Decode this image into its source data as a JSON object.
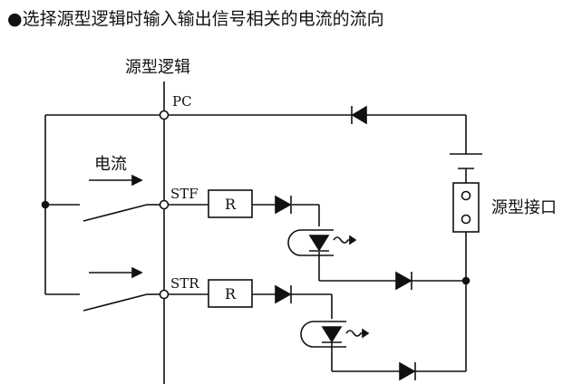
{
  "title": "●选择源型逻辑时输入输出信号相关的电流的流向",
  "labels": {
    "source_logic": "源型逻辑",
    "current": "电流",
    "source_interface": "源型接口",
    "pc": "PC",
    "stf": "STF",
    "str": "STR",
    "resistor_1": "R",
    "resistor_2": "R"
  }
}
